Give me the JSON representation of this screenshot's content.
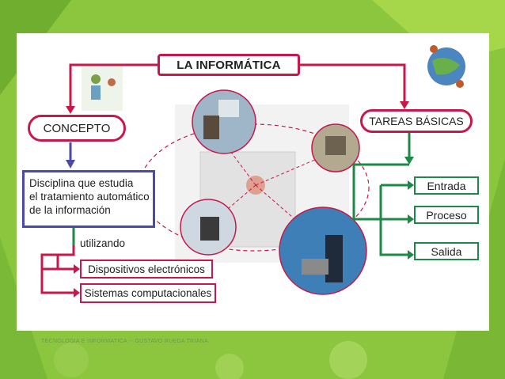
{
  "diagram": {
    "title": "LA INFORMÁTICA",
    "concepto": "CONCEPTO",
    "tareas_basicas": "TAREAS BÁSICAS",
    "definicion_lines": [
      "Disciplina que estudia",
      "el tratamiento automático",
      "de la información"
    ],
    "utilizando": "utilizando",
    "medios": [
      "Dispositivos electrónicos",
      "Sistemas computacionales"
    ],
    "tareas": [
      "Entrada",
      "Proceso",
      "Salida"
    ]
  },
  "footer": {
    "text": "TECNOLOGIA E INFORMATICA -- GUSTAVO RUEDA TRIANA"
  },
  "colors": {
    "red": "#c8174a",
    "green": "#1a8a44",
    "blue": "#4a4aa8",
    "background": "#8cc63f"
  }
}
